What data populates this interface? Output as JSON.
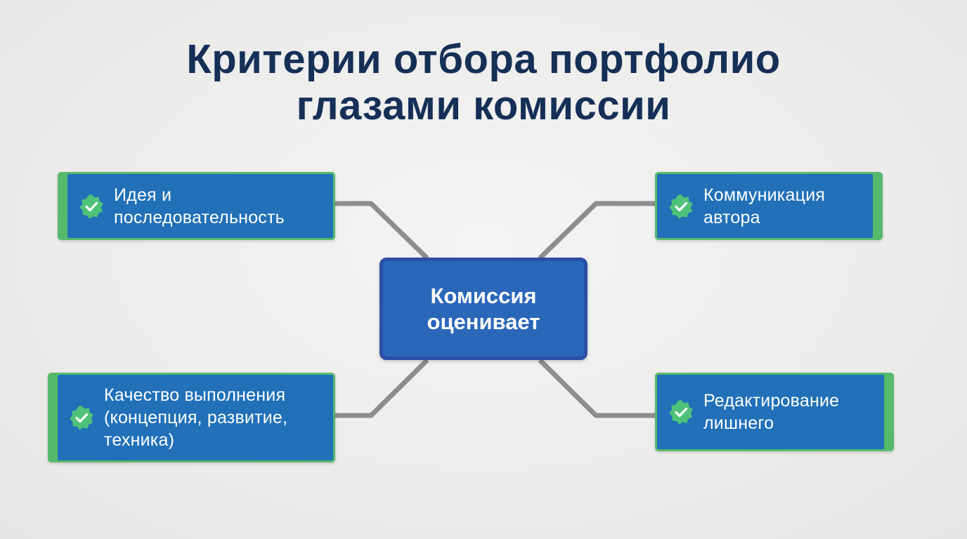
{
  "title": {
    "line1": "Критерии отбора портфолио",
    "line2": "глазами комиссии"
  },
  "center": {
    "line1": "Комиссия",
    "line2": "оценивает"
  },
  "criteria": [
    {
      "lines": [
        "Идея и",
        "последовательность"
      ],
      "icon": "check-badge-icon"
    },
    {
      "lines": [
        "Коммуникация",
        "автора"
      ],
      "icon": "check-badge-icon"
    },
    {
      "lines": [
        "Качество выполнения",
        "(концепция, развитие,",
        "техника)"
      ],
      "icon": "check-badge-icon"
    },
    {
      "lines": [
        "Редактирование",
        "лишнего"
      ],
      "icon": "check-badge-icon"
    }
  ],
  "colors": {
    "title": "#152f57",
    "card_fill": "#2170b8",
    "card_accent": "#57b96c",
    "center_fill": "#2a67b9",
    "center_border": "#2c4fa6",
    "connector": "#8d8d8d",
    "background": "#ececeb"
  }
}
